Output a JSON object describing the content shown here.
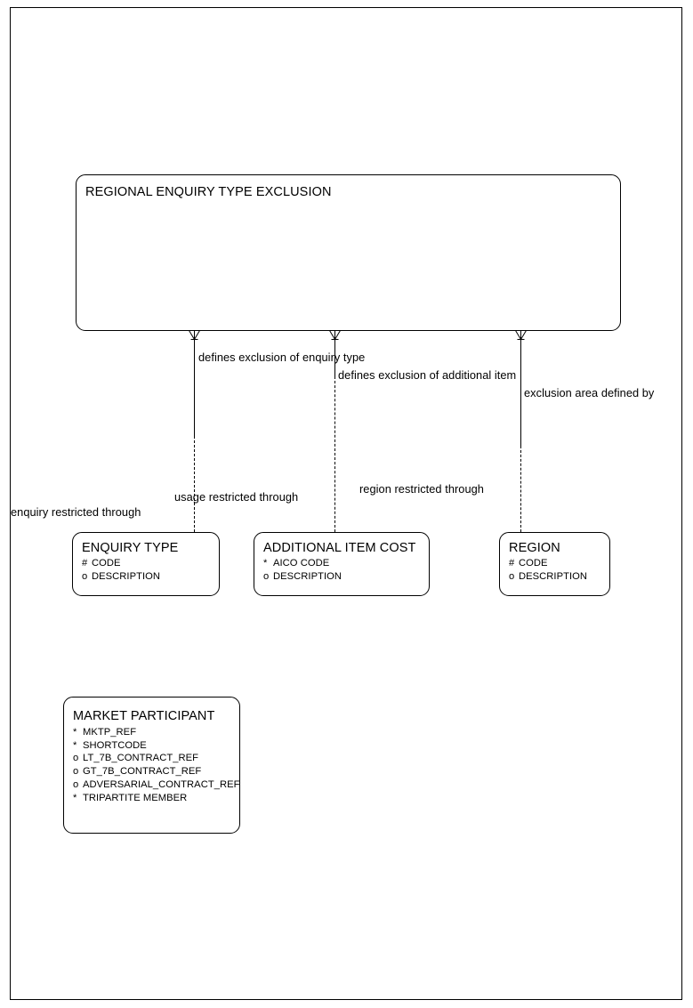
{
  "diagram": {
    "title": "Regional Enquiry Type Exclusion ER Diagram",
    "type": "entity-relationship",
    "notation": "crows-foot",
    "line_color": "#000000",
    "background_color": "#ffffff"
  },
  "entities": [
    {
      "id": "regional-enquiry-type-exclusion",
      "name": "REGIONAL ENQUIRY TYPE EXCLUSION",
      "attributes": []
    },
    {
      "id": "enquiry-type",
      "name": "ENQUIRY TYPE",
      "attributes": [
        {
          "marker": "#",
          "name": "CODE"
        },
        {
          "marker": "o",
          "name": "DESCRIPTION"
        }
      ]
    },
    {
      "id": "additional-item-cost",
      "name": "ADDITIONAL ITEM COST",
      "attributes": [
        {
          "marker": "*",
          "name": "AICO CODE"
        },
        {
          "marker": "o",
          "name": "DESCRIPTION"
        }
      ]
    },
    {
      "id": "region",
      "name": "REGION",
      "attributes": [
        {
          "marker": "#",
          "name": "CODE"
        },
        {
          "marker": "o",
          "name": "DESCRIPTION"
        }
      ]
    },
    {
      "id": "market-participant",
      "name": "MARKET PARTICIPANT",
      "attributes": [
        {
          "marker": "*",
          "name": "MKTP_REF"
        },
        {
          "marker": "*",
          "name": "SHORTCODE"
        },
        {
          "marker": "o",
          "name": "LT_7B_CONTRACT_REF"
        },
        {
          "marker": "o",
          "name": "GT_7B_CONTRACT_REF"
        },
        {
          "marker": "o",
          "name": "ADVERSARIAL_CONTRACT_REF"
        },
        {
          "marker": "*",
          "name": "TRIPARTITE MEMBER"
        }
      ]
    }
  ],
  "relationships": [
    {
      "id": "enquiry-type-relationship",
      "from": "regional-enquiry-type-exclusion",
      "to": "enquiry-type",
      "label_from": "defines exclusion of enquiry type",
      "label_to": "enquiry restricted through"
    },
    {
      "id": "additional-item-relationship",
      "from": "regional-enquiry-type-exclusion",
      "to": "additional-item-cost",
      "label_from": "defines exclusion of additional item",
      "label_to": "usage restricted through"
    },
    {
      "id": "region-relationship",
      "from": "regional-enquiry-type-exclusion",
      "to": "region",
      "label_from": "exclusion area defined by",
      "label_to": "region restricted through"
    }
  ]
}
